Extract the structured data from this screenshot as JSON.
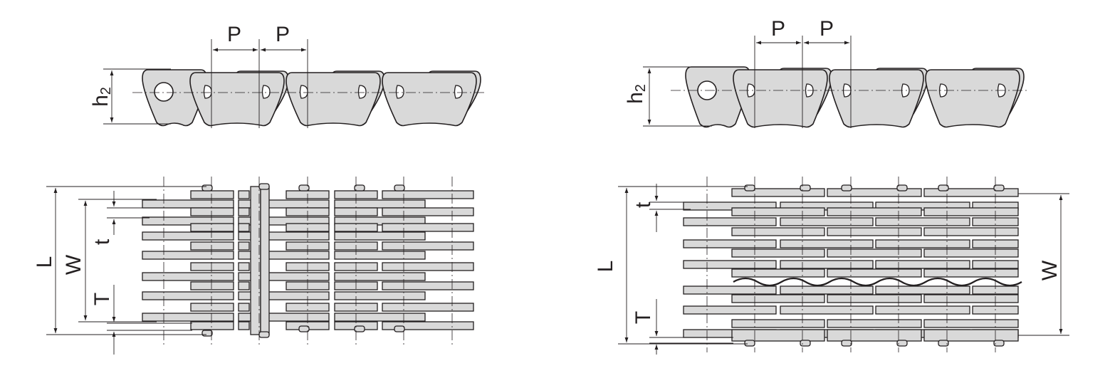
{
  "labels": {
    "pitch": "P",
    "height_main": "h",
    "height_sub": "2",
    "length": "L",
    "width": "W",
    "thickness_small": "t",
    "thickness_large": "T"
  },
  "colors": {
    "fill": "#d9d9d9",
    "stroke": "#231f20",
    "background": "#ffffff"
  }
}
